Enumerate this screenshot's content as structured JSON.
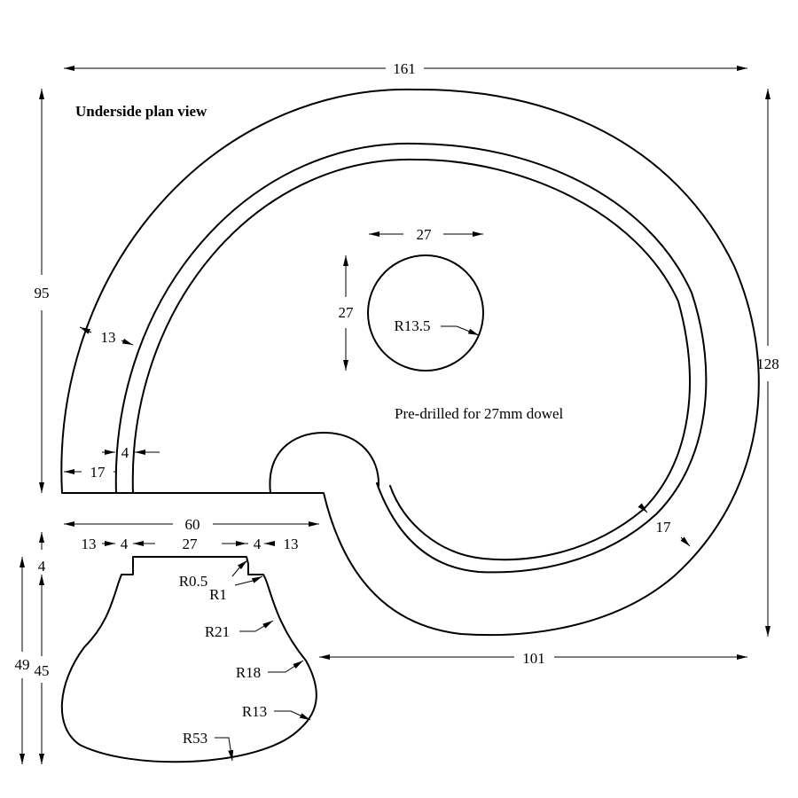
{
  "view_title": "Underside plan view",
  "note": "Pre-drilled for 27mm dowel",
  "dimensions": {
    "overall_width": "161",
    "overall_height": "128",
    "left_height": "95",
    "bottom_right": "101",
    "wall_outer": "13",
    "wall_outer_bottom": "17",
    "groove": "4",
    "wall_inner_right": "17",
    "hole_width": "27",
    "hole_height": "27",
    "hole_radius": "R13.5",
    "profile_width": "60",
    "profile_seg1": "13",
    "profile_seg2": "4",
    "profile_seg3": "27",
    "profile_seg4": "4",
    "profile_seg5": "13",
    "profile_step": "4",
    "profile_total_height": "49",
    "profile_body_height": "45",
    "r_0_5": "R0.5",
    "r_1": "R1",
    "r_21": "R21",
    "r_18": "R18",
    "r_13": "R13",
    "r_53": "R53"
  }
}
